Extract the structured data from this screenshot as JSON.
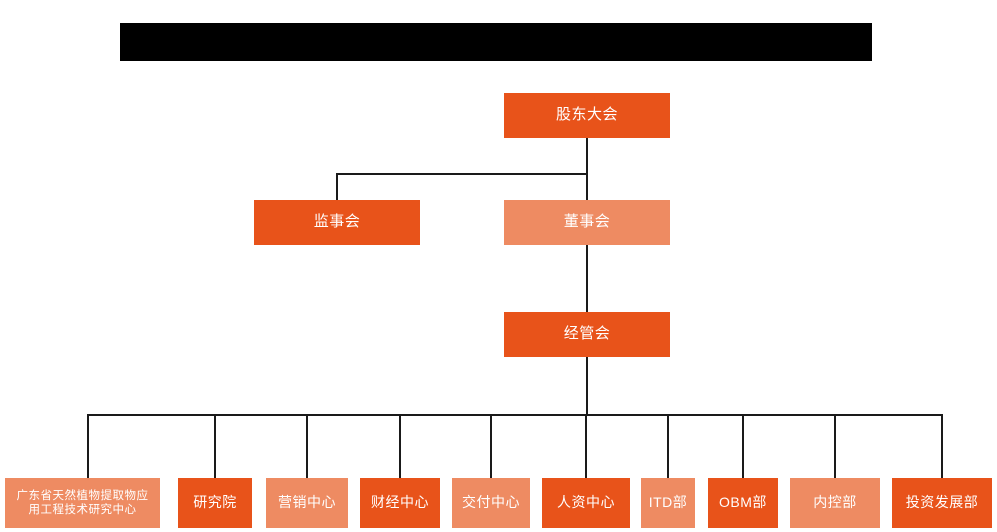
{
  "chart_data": {
    "type": "diagram",
    "subtype": "organization-chart",
    "title_bar": {
      "label": "",
      "redacted": true
    },
    "colors": {
      "primary": "#E8531A",
      "secondary": "#EE8B62",
      "connector": "#1a1a1a",
      "background": "#ffffff",
      "redaction": "#000000",
      "node_text": "#ffffff"
    },
    "levels": [
      {
        "level": 1,
        "nodes": [
          "shareholders"
        ]
      },
      {
        "level": 2,
        "nodes": [
          "supervisors",
          "directors"
        ]
      },
      {
        "level": 3,
        "nodes": [
          "management"
        ]
      },
      {
        "level": 4,
        "nodes": [
          "research-center",
          "institute",
          "marketing",
          "finance",
          "delivery",
          "hr",
          "itd",
          "obm",
          "internal",
          "investment"
        ]
      }
    ],
    "edges": [
      {
        "from": "shareholders",
        "to": "supervisors"
      },
      {
        "from": "shareholders",
        "to": "directors"
      },
      {
        "from": "directors",
        "to": "management"
      },
      {
        "from": "management",
        "to": "research-center"
      },
      {
        "from": "management",
        "to": "institute"
      },
      {
        "from": "management",
        "to": "marketing"
      },
      {
        "from": "management",
        "to": "finance"
      },
      {
        "from": "management",
        "to": "delivery"
      },
      {
        "from": "management",
        "to": "hr"
      },
      {
        "from": "management",
        "to": "itd"
      },
      {
        "from": "management",
        "to": "obm"
      },
      {
        "from": "management",
        "to": "internal"
      },
      {
        "from": "management",
        "to": "investment"
      }
    ]
  },
  "nodes": {
    "shareholders": {
      "label": "股东大会",
      "style": "primary"
    },
    "supervisors": {
      "label": "监事会",
      "style": "primary"
    },
    "directors": {
      "label": "董事会",
      "style": "secondary"
    },
    "management": {
      "label": "经管会",
      "style": "primary"
    },
    "research_center": {
      "label_line1": "广东省天然植物提取物应",
      "label_line2": "用工程技术研究中心",
      "style": "secondary"
    },
    "institute": {
      "label": "研究院",
      "style": "primary"
    },
    "marketing": {
      "label": "营销中心",
      "style": "secondary"
    },
    "finance": {
      "label": "财经中心",
      "style": "primary"
    },
    "delivery": {
      "label": "交付中心",
      "style": "secondary"
    },
    "hr": {
      "label": "人资中心",
      "style": "primary"
    },
    "itd": {
      "label": "ITD部",
      "style": "secondary"
    },
    "obm": {
      "label": "OBM部",
      "style": "primary"
    },
    "internal": {
      "label": "内控部",
      "style": "secondary"
    },
    "investment": {
      "label": "投资发展部",
      "style": "primary"
    }
  }
}
